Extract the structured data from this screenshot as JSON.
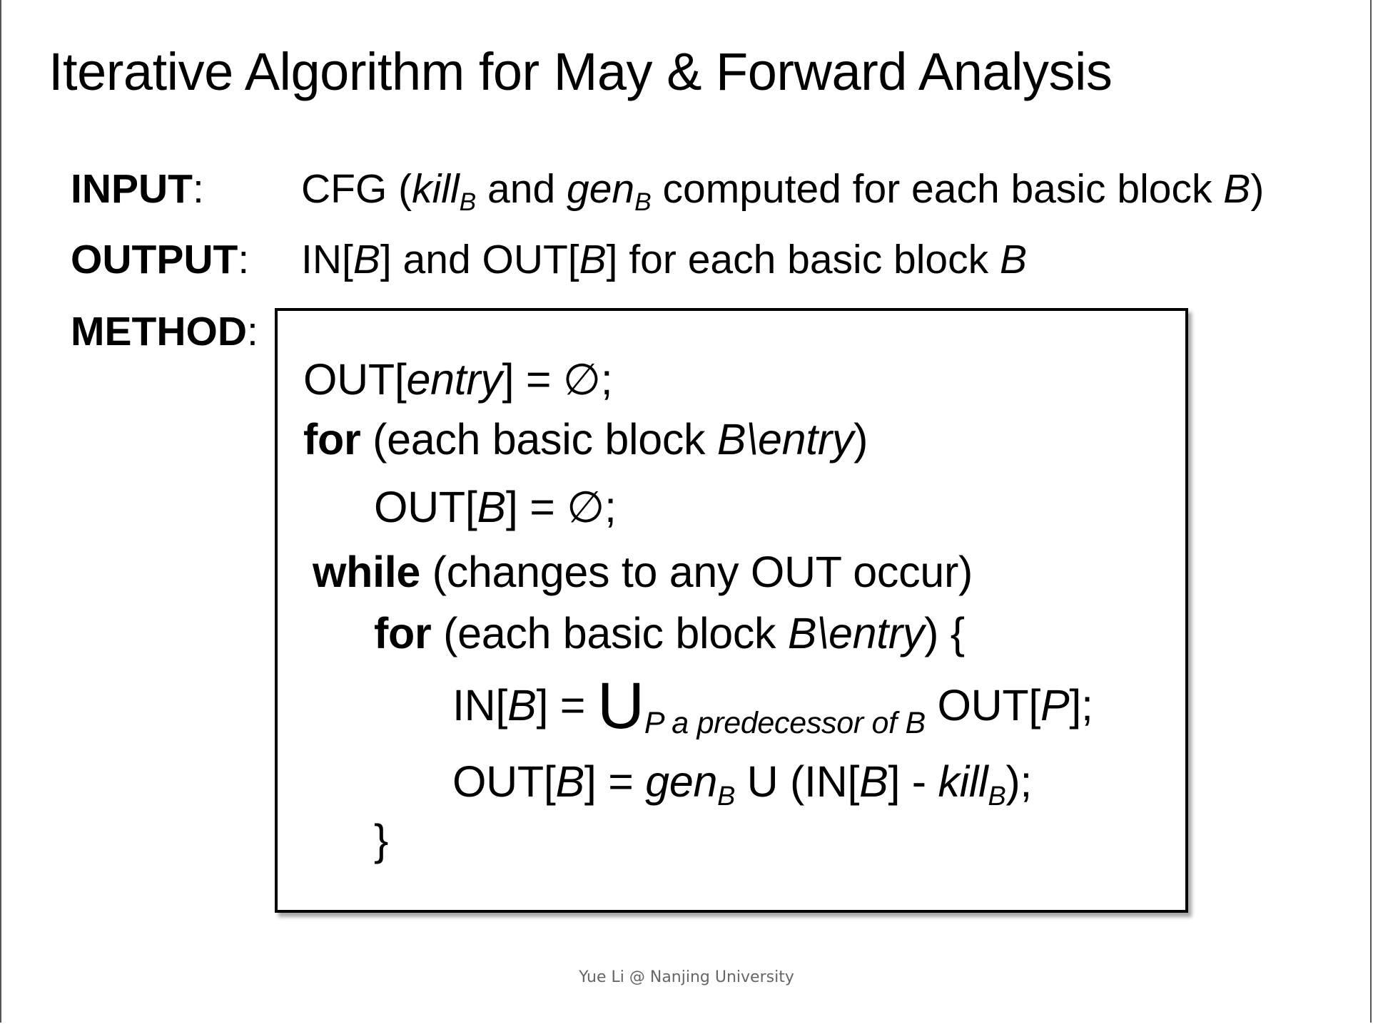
{
  "slide": {
    "title": "Iterative Algorithm for May & Forward Analysis",
    "footer": "Yue Li @ Nanjing University"
  },
  "input": {
    "label": "INPUT",
    "colon": ":",
    "t1": "CFG (",
    "kill": "kill",
    "sub_b": "B",
    "t2": " and ",
    "gen": "gen",
    "t3": " computed for each basic block ",
    "block": "B",
    "t4": ")"
  },
  "output": {
    "label": "OUTPUT",
    "colon": ":",
    "t1": "IN[",
    "b1": "B",
    "t2": "] and OUT[",
    "b2": "B",
    "t3": "] for each basic block ",
    "b3": "B"
  },
  "method": {
    "label": "METHOD",
    "colon": ":",
    "line1": {
      "a": "OUT[",
      "entry": "entry",
      "b": "] = ∅;"
    },
    "line2": {
      "kw": "for",
      "a": " (each basic block ",
      "b": "B\\entry",
      "c": ")"
    },
    "line3": {
      "a": "OUT[",
      "b": "B",
      "c": "] = ∅;"
    },
    "line4": {
      "kw": "while",
      "a": " (changes to any OUT occur)"
    },
    "line5": {
      "kw": "for",
      "a": " (each basic block ",
      "b": "B\\entry",
      "c": ") {"
    },
    "line6": {
      "a": "IN[",
      "b": "B",
      "c": "] = ",
      "union": "U",
      "sub": "P a predecessor of B",
      "d": " OUT[",
      "p": "P",
      "e": "];"
    },
    "line7": {
      "a": "OUT[",
      "b": "B",
      "c": "] = ",
      "gen": "gen",
      "sub": "B",
      "d": " U (IN[",
      "b2": "B",
      "e": "] - ",
      "kill": "kill",
      "sub2": "B",
      "f": ");"
    },
    "line8": {
      "a": "}"
    }
  }
}
